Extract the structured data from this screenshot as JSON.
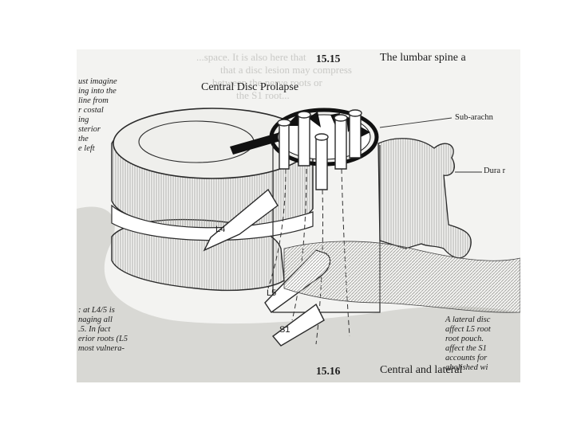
{
  "figure_top": {
    "number": "15.15",
    "caption": "The lumbar spine a",
    "bleed_lines": [
      "...space. It is also here that",
      "that a disc lesion may compress",
      "between the nerve roots or",
      "the S1 root..."
    ]
  },
  "figure_bottom": {
    "number": "15.16",
    "caption": "Central and lateral"
  },
  "illustration": {
    "title": "Central Disc Prolapse",
    "labels": {
      "sub_arachnoid": "Sub-arachn",
      "dura": "Dura r"
    },
    "roots": [
      "L4",
      "L5",
      "S1"
    ]
  },
  "left_column_top": [
    "ust imagine",
    "ing into the",
    "line from",
    "r costal",
    "ing",
    "sterior",
    "the",
    "e  left"
  ],
  "left_column_bottom": [
    ": at L4/5 is",
    "naging all",
    ".5.  In fact",
    "erior roots (L5",
    "most vulnera-"
  ],
  "right_column_bottom": [
    "A lateral disc",
    "affect L5 root",
    "root pouch.",
    "affect the S1",
    "accounts for",
    "abolished wi"
  ],
  "colors": {
    "ink": "#1c1c1c",
    "paper": "#f3f3f1",
    "bone_shade": "#b9b9b5"
  }
}
